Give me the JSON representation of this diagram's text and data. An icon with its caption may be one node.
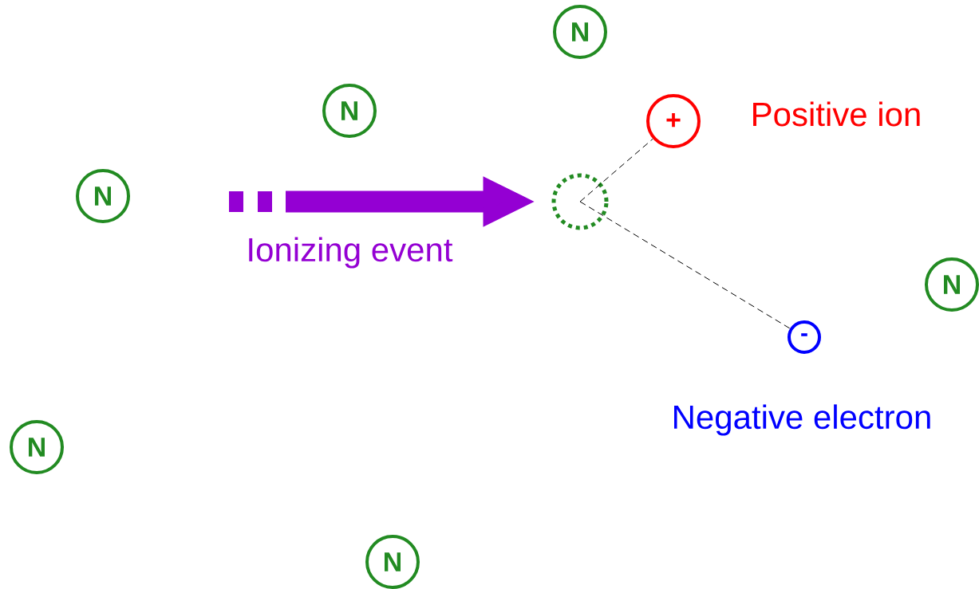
{
  "diagram": {
    "nodes": [
      {
        "text": [
          "N"
        ]
      },
      {
        "text": [
          "N"
        ]
      },
      {
        "text": [
          "+"
        ],
        "beside": [
          "Positive ion"
        ]
      },
      {
        "text": [
          "N"
        ]
      },
      {
        "text": [],
        "shape": "circle"
      },
      {
        "text": [
          "N"
        ]
      },
      {
        "text": [
          "-"
        ],
        "beside": [
          "Negative electron"
        ]
      },
      {
        "text": [
          "N"
        ]
      },
      {
        "text": [
          "N"
        ]
      }
    ],
    "edges": [
      {
        "from": null,
        "to": 4,
        "arrow": "to",
        "label": "Ionizing event",
        "style": "thick",
        "color": "#9400d3"
      },
      {
        "from": 4,
        "to": 2,
        "arrow": "none",
        "style": "dashed"
      },
      {
        "from": 4,
        "to": 6,
        "arrow": "none",
        "style": "dashed"
      }
    ]
  }
}
